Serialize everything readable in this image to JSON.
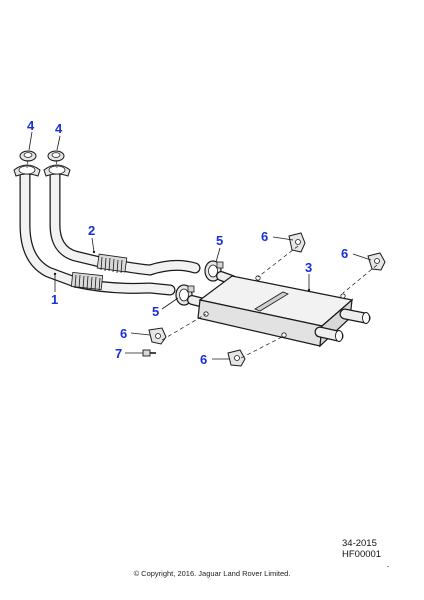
{
  "diagram": {
    "callouts": [
      {
        "id": "washer-left",
        "label": "4"
      },
      {
        "id": "washer-right",
        "label": "4"
      },
      {
        "id": "front-pipe-lower",
        "label": "1"
      },
      {
        "id": "front-pipe-upper",
        "label": "2"
      },
      {
        "id": "intermediate-silencer",
        "label": "3"
      },
      {
        "id": "clamp-upper",
        "label": "5"
      },
      {
        "id": "clamp-lower",
        "label": "5"
      },
      {
        "id": "mount-top-left",
        "label": "6"
      },
      {
        "id": "mount-top-right",
        "label": "6"
      },
      {
        "id": "mount-left",
        "label": "6"
      },
      {
        "id": "mount-bottom",
        "label": "6"
      },
      {
        "id": "bolt",
        "label": "7"
      }
    ],
    "colors": {
      "callout": "#1a2fd6",
      "line": "#1a1a1a",
      "part_fill": "#ececec"
    }
  },
  "footer": {
    "ref_code": "34-2015",
    "ref_id": "HF00001",
    "copyright": "© Copyright, 2016. Jaguar Land Rover Limited."
  }
}
